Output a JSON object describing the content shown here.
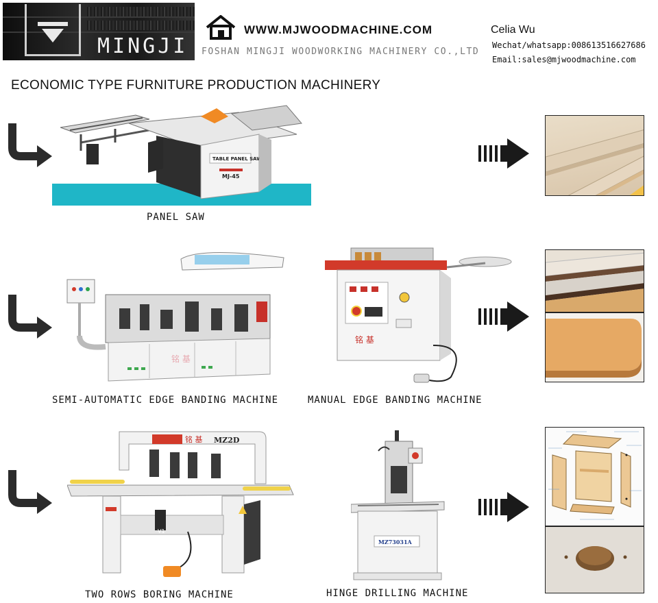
{
  "header": {
    "logo_text": "MINGJI",
    "website": "WWW.MJWOODMACHINE.COM",
    "company": "FOSHAN MINGJI WOODWORKING MACHINERY CO.,LTD",
    "contact_name": "Celia Wu",
    "wechat": "Wechat/whatsapp:008613516627686",
    "email": "Email:sales@mjwoodmachine.com"
  },
  "section_title": "ECONOMIC TYPE FURNITURE PRODUCTION MACHINERY",
  "machines": {
    "panel_saw": {
      "label": "PANEL SAW",
      "plate": "TABLE PANEL SAW",
      "model": "MJ-45"
    },
    "semi_auto_edge": {
      "label": "SEMI-AUTOMATIC EDGE BANDING MACHINE"
    },
    "manual_edge": {
      "label": "MANUAL EDGE BANDING MACHINE"
    },
    "two_rows_boring": {
      "label": "TWO ROWS BORING MACHINE",
      "model": "MZ2D"
    },
    "hinge_drilling": {
      "label": "HINGE DRILLING MACHINE",
      "model": "MZ73031A"
    }
  },
  "colors": {
    "floor_teal": "#1fb6c7",
    "machine_red": "#d23a2a",
    "arrow_dark": "#2b2b2b"
  },
  "icons": [
    "house-icon",
    "turn-arrow-icon",
    "dashed-arrow-icon"
  ]
}
